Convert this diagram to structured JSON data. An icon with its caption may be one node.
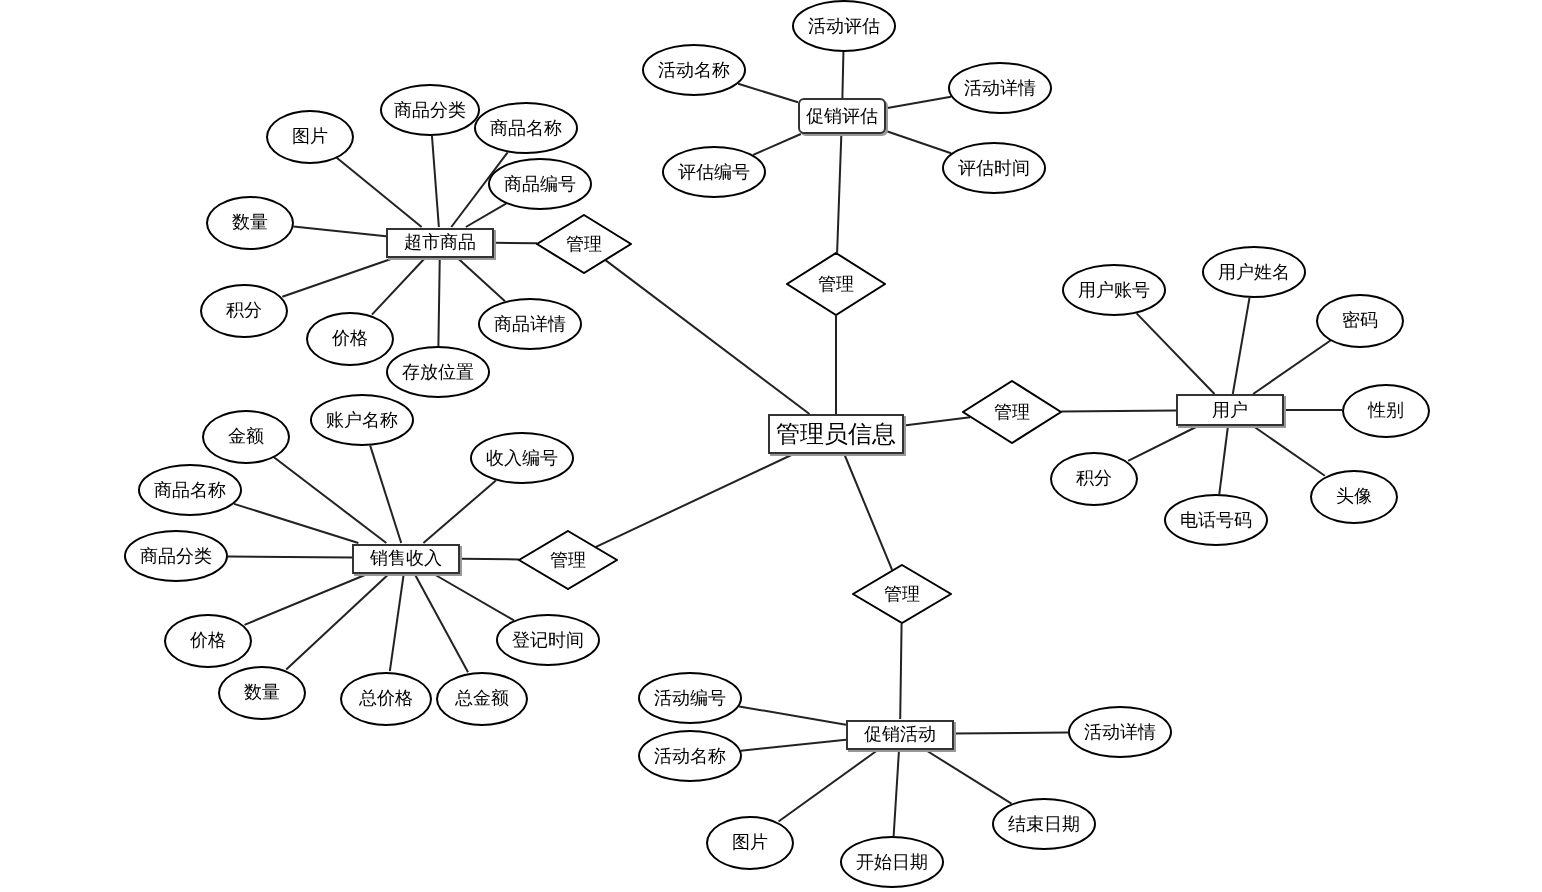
{
  "diagram": {
    "nodes": [
      {
        "text": [
          "管理员信息"
        ]
      },
      {
        "text": [
          "超市商品"
        ]
      },
      {
        "text": [
          "管理"
        ]
      },
      {
        "text": [
          "图片"
        ]
      },
      {
        "text": [
          "商品分类"
        ]
      },
      {
        "text": [
          "商品名称"
        ]
      },
      {
        "text": [
          "商品编号"
        ]
      },
      {
        "text": [
          "数量"
        ]
      },
      {
        "text": [
          "积分"
        ]
      },
      {
        "text": [
          "价格"
        ]
      },
      {
        "text": [
          "存放位置"
        ]
      },
      {
        "text": [
          "商品详情"
        ]
      },
      {
        "text": [
          "促销评估"
        ]
      },
      {
        "text": [
          "管理"
        ]
      },
      {
        "text": [
          "活动评估"
        ]
      },
      {
        "text": [
          "活动名称"
        ]
      },
      {
        "text": [
          "活动详情"
        ]
      },
      {
        "text": [
          "评估编号"
        ]
      },
      {
        "text": [
          "评估时间"
        ]
      },
      {
        "text": [
          "用户"
        ]
      },
      {
        "text": [
          "管理"
        ]
      },
      {
        "text": [
          "用户账号"
        ]
      },
      {
        "text": [
          "用户姓名"
        ]
      },
      {
        "text": [
          "密码"
        ]
      },
      {
        "text": [
          "性别"
        ]
      },
      {
        "text": [
          "积分"
        ]
      },
      {
        "text": [
          "电话号码"
        ]
      },
      {
        "text": [
          "头像"
        ]
      },
      {
        "text": [
          "销售收入"
        ]
      },
      {
        "text": [
          "管理"
        ]
      },
      {
        "text": [
          "金额"
        ]
      },
      {
        "text": [
          "账户名称"
        ]
      },
      {
        "text": [
          "收入编号"
        ]
      },
      {
        "text": [
          "商品名称"
        ]
      },
      {
        "text": [
          "商品分类"
        ]
      },
      {
        "text": [
          "价格"
        ]
      },
      {
        "text": [
          "数量"
        ]
      },
      {
        "text": [
          "总价格"
        ]
      },
      {
        "text": [
          "总金额"
        ]
      },
      {
        "text": [
          "登记时间"
        ]
      },
      {
        "text": [
          "促销活动"
        ]
      },
      {
        "text": [
          "管理"
        ]
      },
      {
        "text": [
          "活动编号"
        ]
      },
      {
        "text": [
          "活动名称"
        ]
      },
      {
        "text": [
          "活动详情"
        ]
      },
      {
        "text": [
          "图片"
        ]
      },
      {
        "text": [
          "开始日期"
        ]
      },
      {
        "text": [
          "结束日期"
        ]
      }
    ],
    "edges": [
      {
        "from": 2,
        "to": 1,
        "arrow": "none"
      },
      {
        "from": 2,
        "to": 0,
        "arrow": "none"
      },
      {
        "from": 3,
        "to": 1,
        "arrow": "none"
      },
      {
        "from": 4,
        "to": 1,
        "arrow": "none"
      },
      {
        "from": 5,
        "to": 1,
        "arrow": "none"
      },
      {
        "from": 6,
        "to": 1,
        "arrow": "none"
      },
      {
        "from": 7,
        "to": 1,
        "arrow": "none"
      },
      {
        "from": 8,
        "to": 1,
        "arrow": "none"
      },
      {
        "from": 9,
        "to": 1,
        "arrow": "none"
      },
      {
        "from": 10,
        "to": 1,
        "arrow": "none"
      },
      {
        "from": 11,
        "to": 1,
        "arrow": "none"
      },
      {
        "from": 13,
        "to": 12,
        "arrow": "none"
      },
      {
        "from": 13,
        "to": 0,
        "arrow": "none"
      },
      {
        "from": 14,
        "to": 12,
        "arrow": "none"
      },
      {
        "from": 15,
        "to": 12,
        "arrow": "none"
      },
      {
        "from": 16,
        "to": 12,
        "arrow": "none"
      },
      {
        "from": 17,
        "to": 12,
        "arrow": "none"
      },
      {
        "from": 18,
        "to": 12,
        "arrow": "none"
      },
      {
        "from": 20,
        "to": 19,
        "arrow": "none"
      },
      {
        "from": 20,
        "to": 0,
        "arrow": "none"
      },
      {
        "from": 21,
        "to": 19,
        "arrow": "none"
      },
      {
        "from": 22,
        "to": 19,
        "arrow": "none"
      },
      {
        "from": 23,
        "to": 19,
        "arrow": "none"
      },
      {
        "from": 24,
        "to": 19,
        "arrow": "none"
      },
      {
        "from": 25,
        "to": 19,
        "arrow": "none"
      },
      {
        "from": 26,
        "to": 19,
        "arrow": "none"
      },
      {
        "from": 27,
        "to": 19,
        "arrow": "none"
      },
      {
        "from": 29,
        "to": 28,
        "arrow": "none"
      },
      {
        "from": 29,
        "to": 0,
        "arrow": "none"
      },
      {
        "from": 30,
        "to": 28,
        "arrow": "none"
      },
      {
        "from": 31,
        "to": 28,
        "arrow": "none"
      },
      {
        "from": 32,
        "to": 28,
        "arrow": "none"
      },
      {
        "from": 33,
        "to": 28,
        "arrow": "none"
      },
      {
        "from": 34,
        "to": 28,
        "arrow": "none"
      },
      {
        "from": 35,
        "to": 28,
        "arrow": "none"
      },
      {
        "from": 36,
        "to": 28,
        "arrow": "none"
      },
      {
        "from": 37,
        "to": 28,
        "arrow": "none"
      },
      {
        "from": 38,
        "to": 28,
        "arrow": "none"
      },
      {
        "from": 39,
        "to": 28,
        "arrow": "none"
      },
      {
        "from": 41,
        "to": 40,
        "arrow": "none"
      },
      {
        "from": 41,
        "to": 0,
        "arrow": "none"
      },
      {
        "from": 42,
        "to": 40,
        "arrow": "none"
      },
      {
        "from": 43,
        "to": 40,
        "arrow": "none"
      },
      {
        "from": 44,
        "to": 40,
        "arrow": "none"
      },
      {
        "from": 45,
        "to": 40,
        "arrow": "none"
      },
      {
        "from": 46,
        "to": 40,
        "arrow": "none"
      },
      {
        "from": 47,
        "to": 40,
        "arrow": "none"
      }
    ]
  }
}
